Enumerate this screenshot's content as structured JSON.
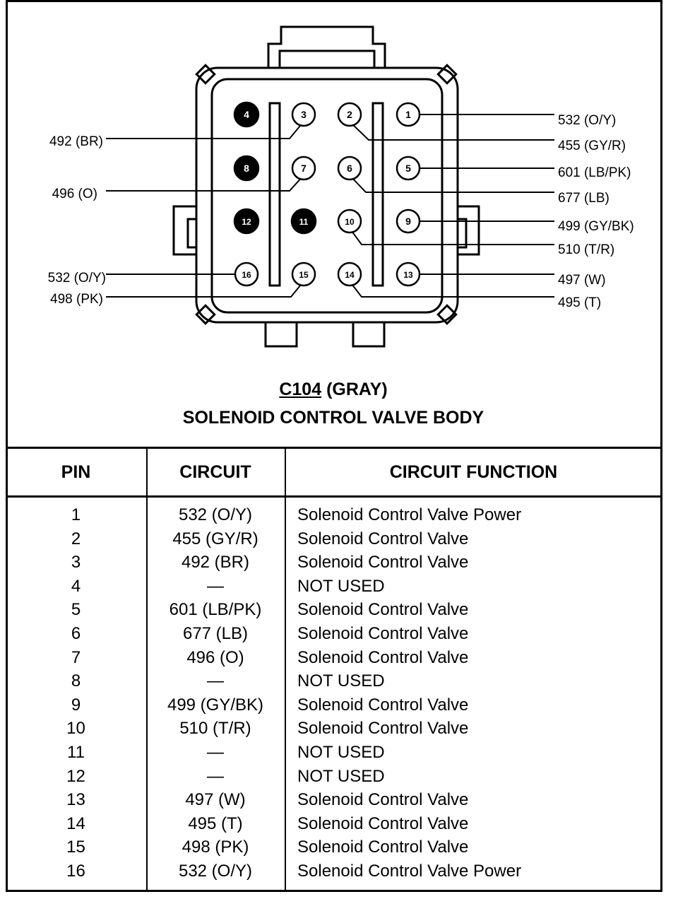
{
  "connector": {
    "code": "C104",
    "color_label": "(GRAY)",
    "name": "SOLENOID CONTROL VALVE BODY"
  },
  "pins": [
    {
      "pin": "1",
      "filled": false,
      "label": "532 (O/Y)"
    },
    {
      "pin": "2",
      "filled": false,
      "label": "455 (GY/R)"
    },
    {
      "pin": "3",
      "filled": false,
      "label": "492 (BR)"
    },
    {
      "pin": "4",
      "filled": true,
      "label": ""
    },
    {
      "pin": "5",
      "filled": false,
      "label": "601 (LB/PK)"
    },
    {
      "pin": "6",
      "filled": false,
      "label": "677 (LB)"
    },
    {
      "pin": "7",
      "filled": false,
      "label": "496 (O)"
    },
    {
      "pin": "8",
      "filled": true,
      "label": ""
    },
    {
      "pin": "9",
      "filled": false,
      "label": "499 (GY/BK)"
    },
    {
      "pin": "10",
      "filled": false,
      "label": "510 (T/R)"
    },
    {
      "pin": "11",
      "filled": true,
      "label": ""
    },
    {
      "pin": "12",
      "filled": true,
      "label": ""
    },
    {
      "pin": "13",
      "filled": false,
      "label": "497 (W)"
    },
    {
      "pin": "14",
      "filled": false,
      "label": "495 (T)"
    },
    {
      "pin": "15",
      "filled": false,
      "label": "498 (PK)"
    },
    {
      "pin": "16",
      "filled": false,
      "label": "532 (O/Y)"
    }
  ],
  "table": {
    "headers": {
      "pin": "PIN",
      "circuit": "CIRCUIT",
      "function": "CIRCUIT FUNCTION"
    },
    "rows": [
      {
        "pin": "1",
        "circuit": "532 (O/Y)",
        "function": "Solenoid Control Valve Power"
      },
      {
        "pin": "2",
        "circuit": "455 (GY/R)",
        "function": "Solenoid Control Valve"
      },
      {
        "pin": "3",
        "circuit": "492 (BR)",
        "function": "Solenoid Control Valve"
      },
      {
        "pin": "4",
        "circuit": "—",
        "function": "NOT USED"
      },
      {
        "pin": "5",
        "circuit": "601 (LB/PK)",
        "function": "Solenoid Control Valve"
      },
      {
        "pin": "6",
        "circuit": "677 (LB)",
        "function": "Solenoid Control Valve"
      },
      {
        "pin": "7",
        "circuit": "496 (O)",
        "function": "Solenoid Control Valve"
      },
      {
        "pin": "8",
        "circuit": "—",
        "function": "NOT USED"
      },
      {
        "pin": "9",
        "circuit": "499 (GY/BK)",
        "function": "Solenoid Control Valve"
      },
      {
        "pin": "10",
        "circuit": "510 (T/R)",
        "function": "Solenoid Control Valve"
      },
      {
        "pin": "11",
        "circuit": "—",
        "function": "NOT USED"
      },
      {
        "pin": "12",
        "circuit": "—",
        "function": "NOT USED"
      },
      {
        "pin": "13",
        "circuit": "497 (W)",
        "function": "Solenoid Control Valve"
      },
      {
        "pin": "14",
        "circuit": "495 (T)",
        "function": "Solenoid Control Valve"
      },
      {
        "pin": "15",
        "circuit": "498 (PK)",
        "function": "Solenoid Control Valve"
      },
      {
        "pin": "16",
        "circuit": "532 (O/Y)",
        "function": "Solenoid Control Valve Power"
      }
    ]
  }
}
